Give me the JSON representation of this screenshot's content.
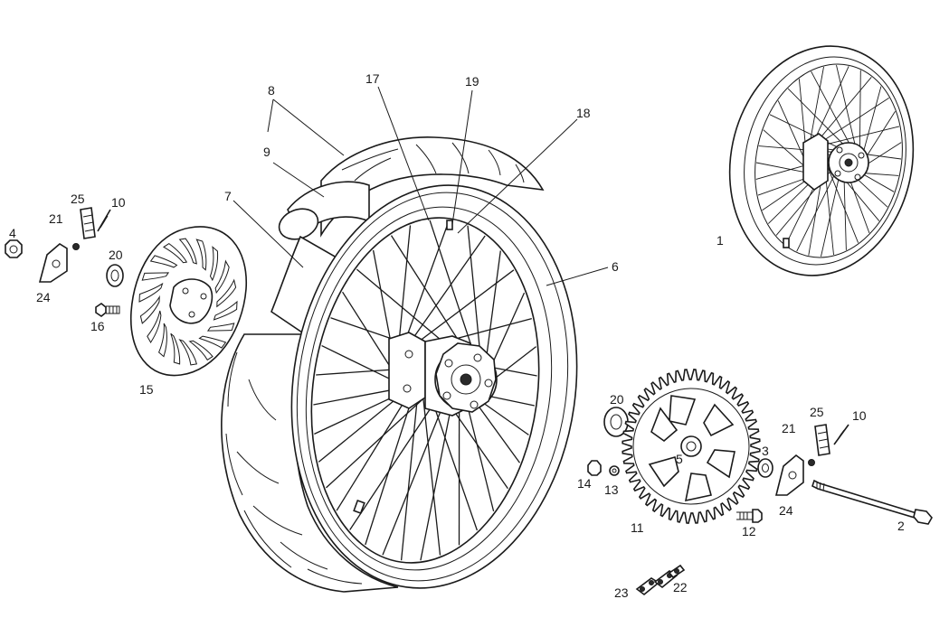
{
  "callouts": {
    "c1": "1",
    "c2": "2",
    "c3": "3",
    "c4": "4",
    "c5": "5",
    "c6": "6",
    "c7": "7",
    "c8": "8",
    "c9": "9",
    "c10a": "10",
    "c10b": "10",
    "c11": "11",
    "c12": "12",
    "c13": "13",
    "c14": "14",
    "c15": "15",
    "c16": "16",
    "c17": "17",
    "c18": "18",
    "c19": "19",
    "c20a": "20",
    "c20b": "20",
    "c21a": "21",
    "c21b": "21",
    "c22": "22",
    "c23": "23",
    "c24a": "24",
    "c24b": "24",
    "c25a": "25",
    "c25b": "25"
  },
  "colors": {
    "line": "#1a1a1a",
    "background": "#ffffff"
  }
}
